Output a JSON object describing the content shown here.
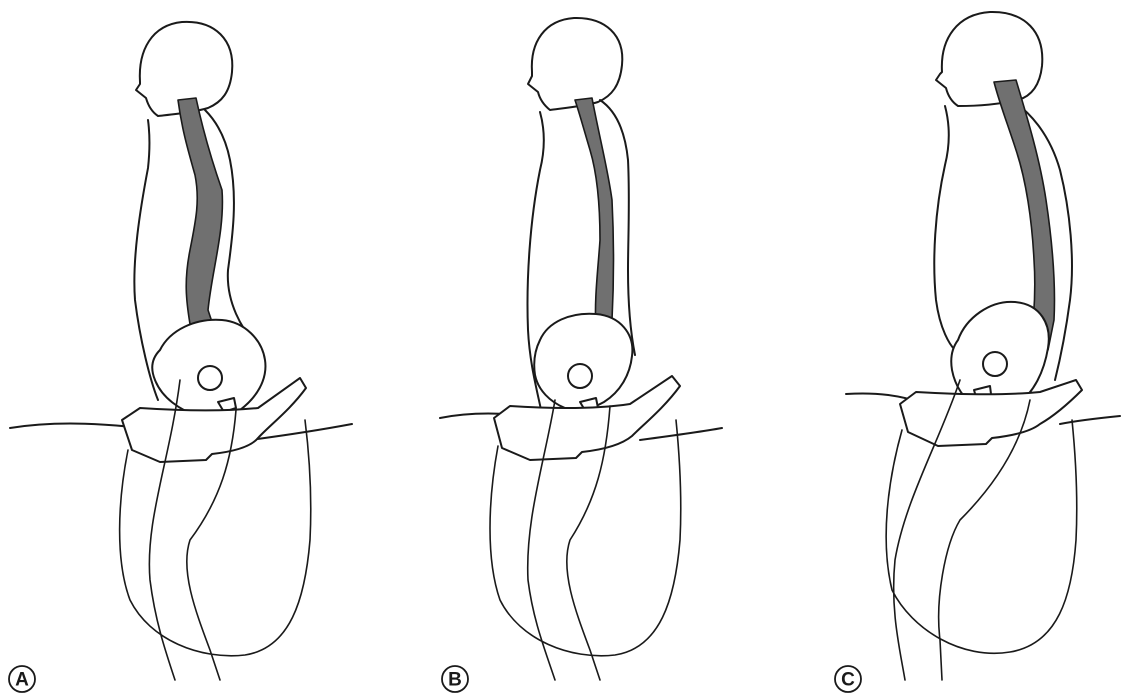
{
  "panels": [
    {
      "id": "A",
      "label": "A"
    },
    {
      "id": "B",
      "label": "B"
    },
    {
      "id": "C",
      "label": "C"
    }
  ],
  "colors": {
    "line": "#1a1a1a",
    "spine_fill": "#707070",
    "background": "#ffffff"
  }
}
